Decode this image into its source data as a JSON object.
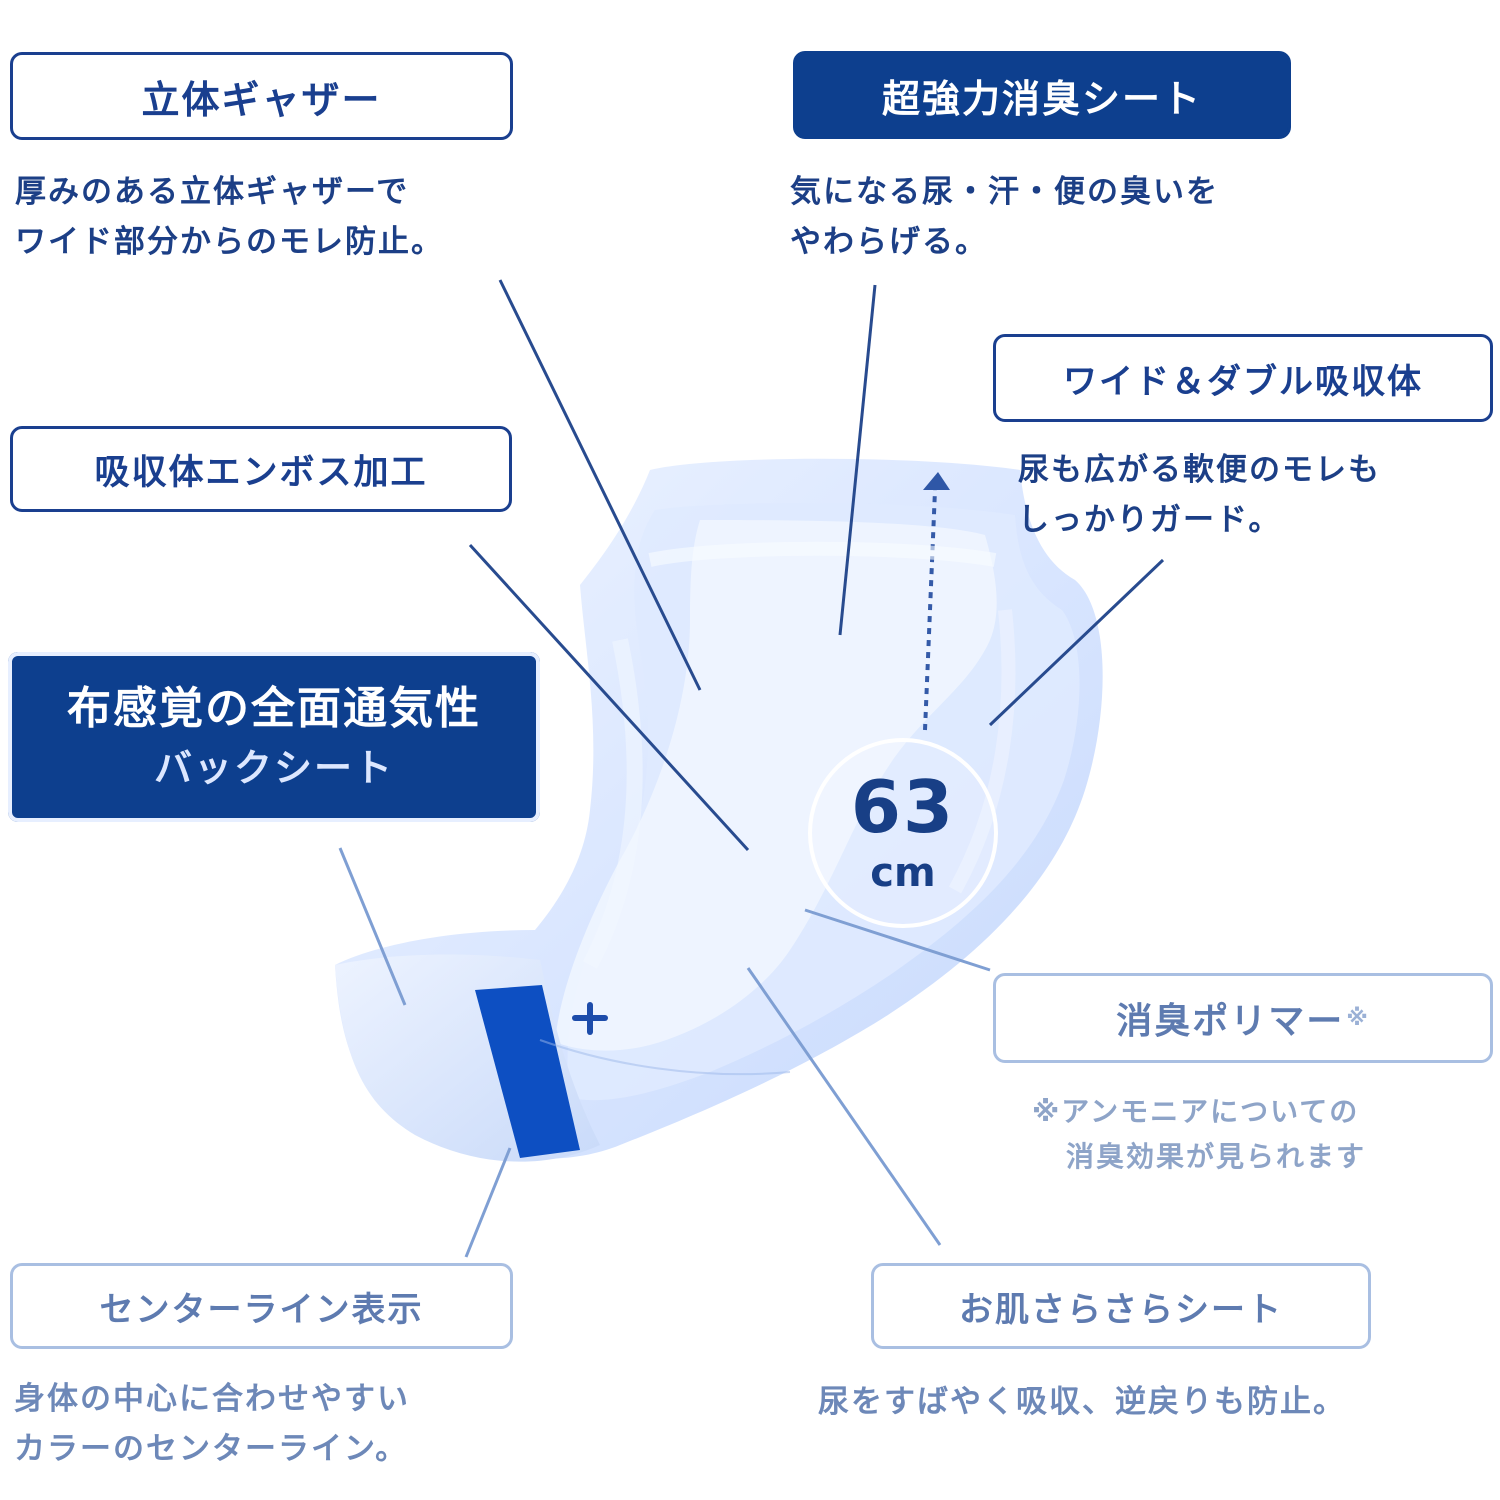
{
  "labels": {
    "rittai_gather": "立体ギャザー",
    "chokyoryoku_shoshu_sheet": "超強力消臭シート",
    "wide_double_absorber": "ワイド＆ダブル吸収体",
    "absorber_emboss": "吸収体エンボス加工",
    "breathable_back_sheet_main": "布感覚の全面通気性",
    "breathable_back_sheet_sub": "バックシート",
    "deodorant_polymer": "消臭ポリマー",
    "deodorant_polymer_mark": "※",
    "center_line_display": "センターライン表示",
    "smooth_skin_sheet": "お肌さらさらシート"
  },
  "descriptions": {
    "rittai_gather": [
      "厚みのある立体ギャザーで",
      "ワイド部分からのモレ防止。"
    ],
    "chokyoryoku_shoshu_sheet": [
      "気になる尿・汗・便の臭いを",
      "やわらげる。"
    ],
    "wide_double_absorber": [
      "尿も広がる軟便のモレも",
      "しっかりガード。"
    ],
    "deodorant_polymer_note": [
      "※アンモニアについての",
      "消臭効果が見られます"
    ],
    "center_line_display": [
      "身体の中心に合わせやすい",
      "カラーのセンターライン。"
    ],
    "smooth_skin_sheet": [
      "尿をすばやく吸収、逆戻りも防止。"
    ]
  },
  "measurement": {
    "value": "63",
    "unit": "cm"
  },
  "colors": {
    "primary": "#0d3f8e",
    "text": "#1c3f86",
    "soft_text": "#6d88b8",
    "soft_border": "#a9bfe2",
    "diaper_light": "#dbe8ff",
    "diaper_mid": "#c8daf8"
  }
}
